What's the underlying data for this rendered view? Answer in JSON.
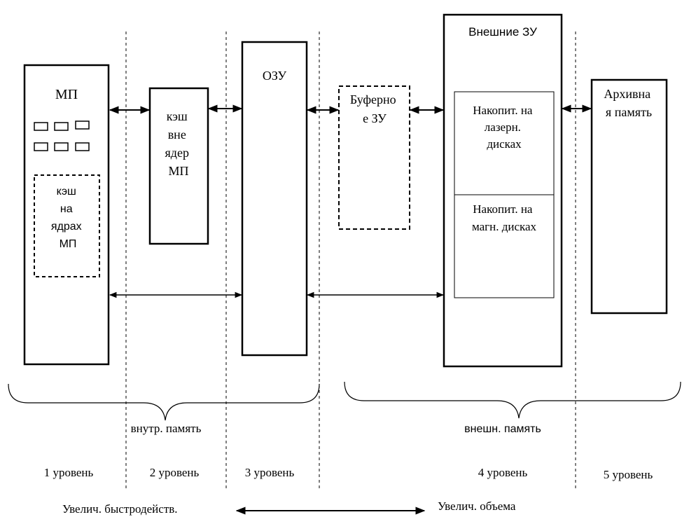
{
  "blocks": {
    "mp": {
      "title": "МП",
      "cache_lines": [
        "кэш",
        "на",
        "ядрах",
        "МП"
      ]
    },
    "cache_outside": {
      "lines": [
        "кэш",
        "вне",
        "ядер",
        "МП"
      ]
    },
    "ozu": {
      "title": "ОЗУ"
    },
    "buffer": {
      "lines": [
        "Буферно",
        "е ЗУ"
      ]
    },
    "external": {
      "title": "Внешние ЗУ",
      "laser": [
        "Накопит. на",
        "лазерн.",
        "дисках"
      ],
      "magnetic": [
        "Накопит. на",
        "магн. дисках"
      ]
    },
    "archive": {
      "lines": [
        "Архивна",
        "я память"
      ]
    }
  },
  "groups": {
    "internal": "внутр. память",
    "external": "внешн. память"
  },
  "levels": [
    "1 уровень",
    "2 уровень",
    "3 уровень",
    "4 уровень",
    "5 уровень"
  ],
  "footer": {
    "left": "Увелич. быстродейств.",
    "right": "Увелич. объема"
  }
}
